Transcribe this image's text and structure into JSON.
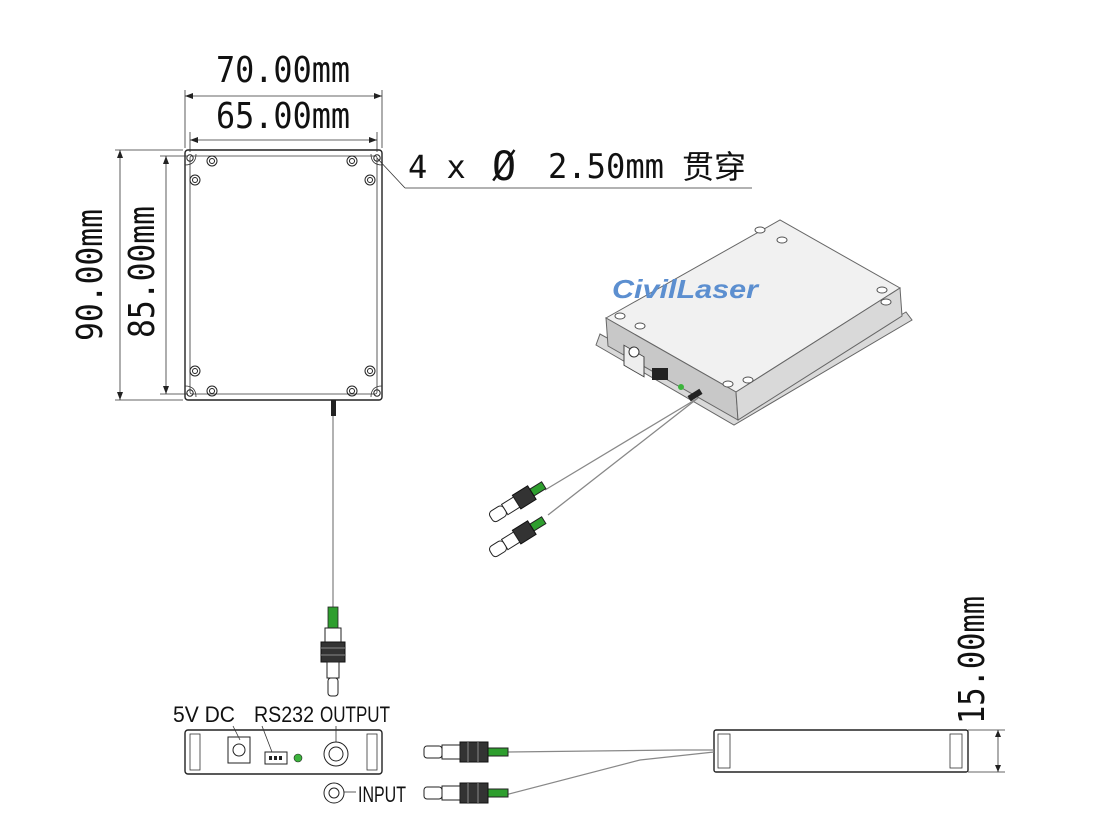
{
  "dimensions": {
    "outer_width": "70.00mm",
    "inner_width": "65.00mm",
    "outer_height": "90.00mm",
    "inner_height": "85.00mm",
    "thickness": "15.00mm"
  },
  "hole_callout": {
    "count": "4 x",
    "symbol": "Ø",
    "diameter": "2.50mm",
    "note": "贯穿"
  },
  "watermark": "CivilLaser",
  "front_labels": {
    "power": "5V DC",
    "serial": "RS232",
    "output": "OUTPUT",
    "input": "INPUT"
  },
  "colors": {
    "fiber_ferrule_green": "#2e9e2e",
    "indicator_led": "#3cb43c",
    "logo_blue": "#5c8fd0"
  }
}
